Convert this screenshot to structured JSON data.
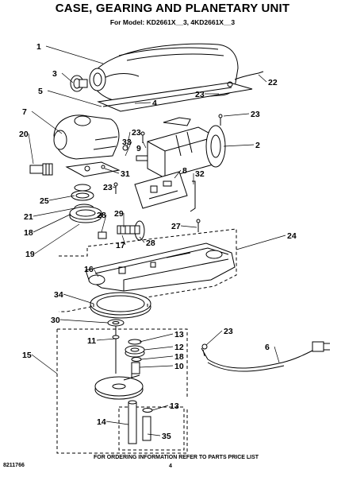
{
  "header": {
    "title": "CASE, GEARING AND PLANETARY UNIT",
    "subtitle": "For Model: KD2661X__3, 4KD2661X__3"
  },
  "footer": {
    "part_number": "8211766",
    "instructions": "FOR ORDERING INFORMATION REFER TO PARTS PRICE LIST",
    "page_number": "4"
  },
  "callouts": [
    "1",
    "3",
    "4",
    "5",
    "22",
    "23",
    "23",
    "7",
    "20",
    "23",
    "33",
    "9",
    "2",
    "8",
    "32",
    "31",
    "23",
    "25",
    "21",
    "18",
    "19",
    "28",
    "29",
    "27",
    "17",
    "28",
    "24",
    "16",
    "34",
    "30",
    "11",
    "15",
    "13",
    "12",
    "18",
    "10",
    "23",
    "6",
    "14",
    "13",
    "35"
  ]
}
